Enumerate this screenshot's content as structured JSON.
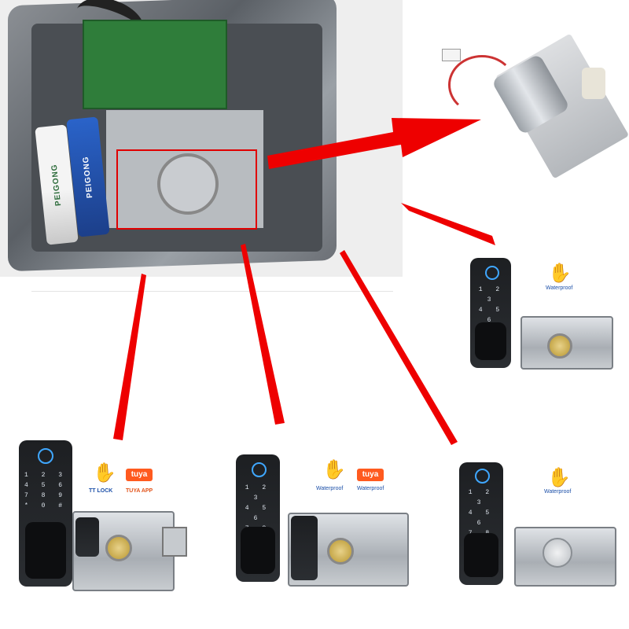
{
  "photo": {
    "battery_brand": "PEIGONG",
    "battery_left_label": "PEIGONG",
    "battery_right_label": "PEIGONG"
  },
  "products": [
    {
      "id": "lock-a",
      "badges": [
        {
          "icon": "waterproof-hand-icon",
          "caption": "TT LOCK"
        },
        {
          "icon": "tuya-logo",
          "logo_text": "tuya",
          "caption": "TUYA APP"
        }
      ]
    },
    {
      "id": "lock-b",
      "badges": [
        {
          "icon": "waterproof-hand-icon",
          "caption": "Waterproof"
        },
        {
          "icon": "tuya-logo",
          "logo_text": "tuya",
          "caption": "Waterproof"
        }
      ]
    },
    {
      "id": "lock-c",
      "badges": [
        {
          "icon": "waterproof-hand-icon",
          "caption": "Waterproof"
        }
      ]
    },
    {
      "id": "lock-d",
      "badges": [
        {
          "icon": "waterproof-hand-icon",
          "caption": "Waterproof"
        }
      ]
    }
  ],
  "keypad_digits": [
    "1 2 3",
    "4 5 6",
    "7 8 9",
    "* 0 #"
  ],
  "colors": {
    "arrow": "#ee0000",
    "accent_blue": "#1f6fd6",
    "tuya_orange": "#ff5a1f"
  }
}
